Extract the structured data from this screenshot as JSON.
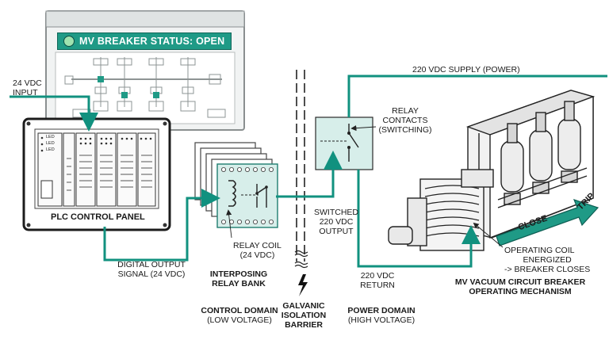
{
  "screen": {
    "status_banner": "MV BREAKER STATUS: OPEN"
  },
  "labels": {
    "input_24vdc": [
      "24 VDC",
      "INPUT"
    ],
    "plc_panel": "PLC CONTROL PANEL",
    "digital_output": [
      "DIGITAL OUTPUT",
      "SIGNAL (24 VDC)"
    ],
    "relay_coil": [
      "RELAY COIL",
      "(24 VDC)"
    ],
    "interposing": [
      "INTERPOSING",
      "RELAY BANK"
    ],
    "control_domain": [
      "CONTROL DOMAIN",
      "(LOW VOLTAGE)"
    ],
    "galvanic": [
      "GALVANIC",
      "ISOLATION",
      "BARRIER"
    ],
    "power_domain": [
      "POWER DOMAIN",
      "(HIGH VOLTAGE)"
    ],
    "relay_contacts": [
      "RELAY",
      "CONTACTS",
      "(SWITCHING)"
    ],
    "switched_output": [
      "SWITCHED",
      "220 VDC",
      "OUTPUT"
    ],
    "supply": "220 VDC SUPPLY (POWER)",
    "return_220": [
      "220 VDC",
      "RETURN"
    ],
    "operating_coil": [
      "OPERATING COIL",
      "ENERGIZED",
      "-> BREAKER CLOSES"
    ],
    "breaker_title": [
      "MV VACUUM CIRCUIT BREAKER",
      "OPERATING MECHANISM"
    ],
    "close_arrow": "CLOSE",
    "trip_arrow": "TRIP",
    "led": "LED"
  },
  "colors": {
    "signal": "#11917f",
    "panel_border": "#222222",
    "relay_fill": "#d7eeea"
  }
}
